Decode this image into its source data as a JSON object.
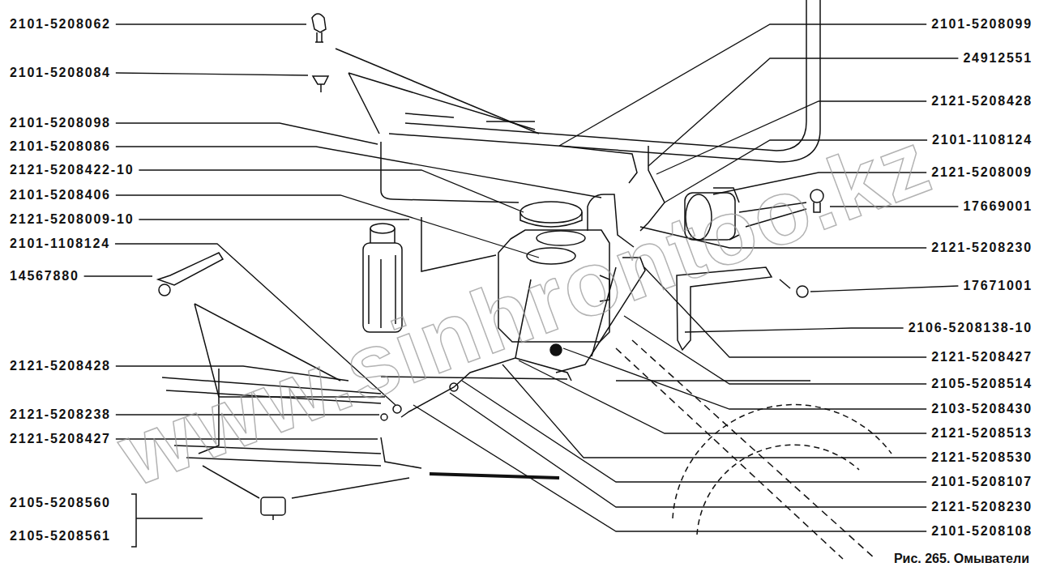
{
  "diagram": {
    "caption": "Рис. 265. Омыватели",
    "labels": [
      "2101-5208062",
      "2101-5208084",
      "2101-5208098",
      "2101-5208086",
      "2121-5208422-10",
      "2101-5208406",
      "2121-5208009-10",
      "2101-1108124",
      "14567880",
      "2121-5208428",
      "2121-5208238",
      "2121-5208427",
      "2105-5208560",
      "2105-5208561",
      "2101-5208099",
      "24912551",
      "2121-5208428",
      "2101-1108124",
      "2121-5208009",
      "17669001",
      "2121-5208230",
      "17671001",
      "2106-5208138-10",
      "2121-5208427",
      "2105-5208514",
      "2103-5208430",
      "2121-5208513",
      "2121-5208530",
      "2101-5208107",
      "2121-5208230",
      "2101-5208108",
      "www.sinhrontoo.kz"
    ]
  }
}
